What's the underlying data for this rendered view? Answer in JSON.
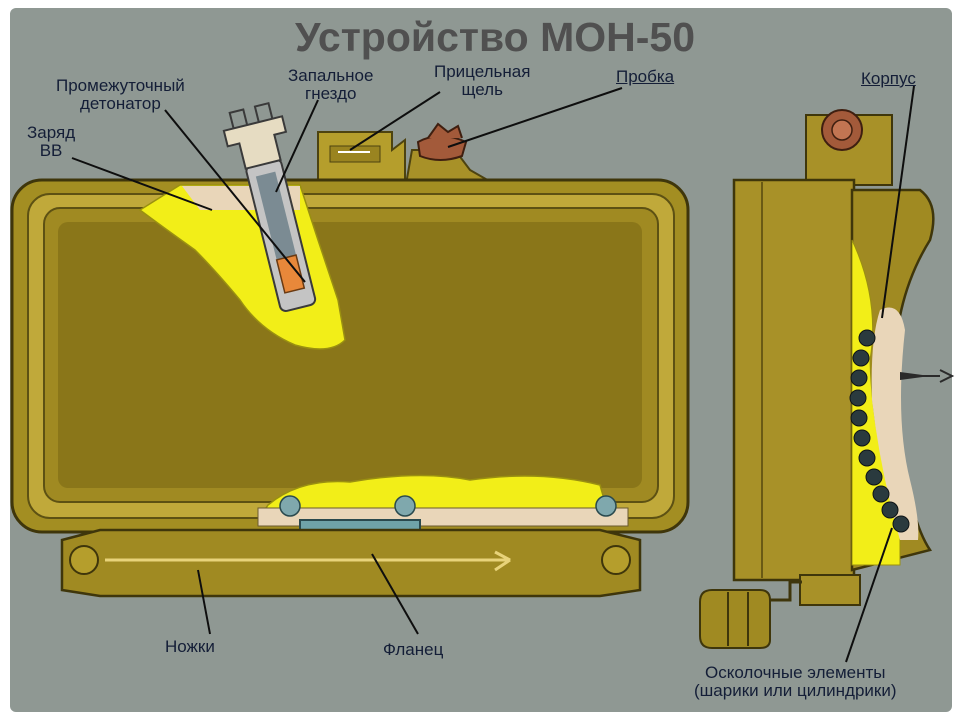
{
  "title": "Устройство МОН-50",
  "labels": {
    "intermediate_detonator": [
      "Промежуточный",
      "детонатор"
    ],
    "fuse_socket": [
      "Запальное",
      "гнездо"
    ],
    "sight_slit": [
      "Прицельная",
      "щель"
    ],
    "plug": "Пробка",
    "charge": [
      "Заряд",
      "ВВ"
    ],
    "body": "Корпус",
    "legs": "Ножки",
    "flange": "Фланец",
    "fragments": [
      "Осколочные элементы",
      "(шарики или цилиндрики)"
    ]
  },
  "colors": {
    "background": "#8f9893",
    "casing": "#a79224",
    "explosive": "#f2ee18",
    "flange": "#6fa3a8",
    "plug": "#a35a3a",
    "fragments": "#2a3a3e"
  }
}
